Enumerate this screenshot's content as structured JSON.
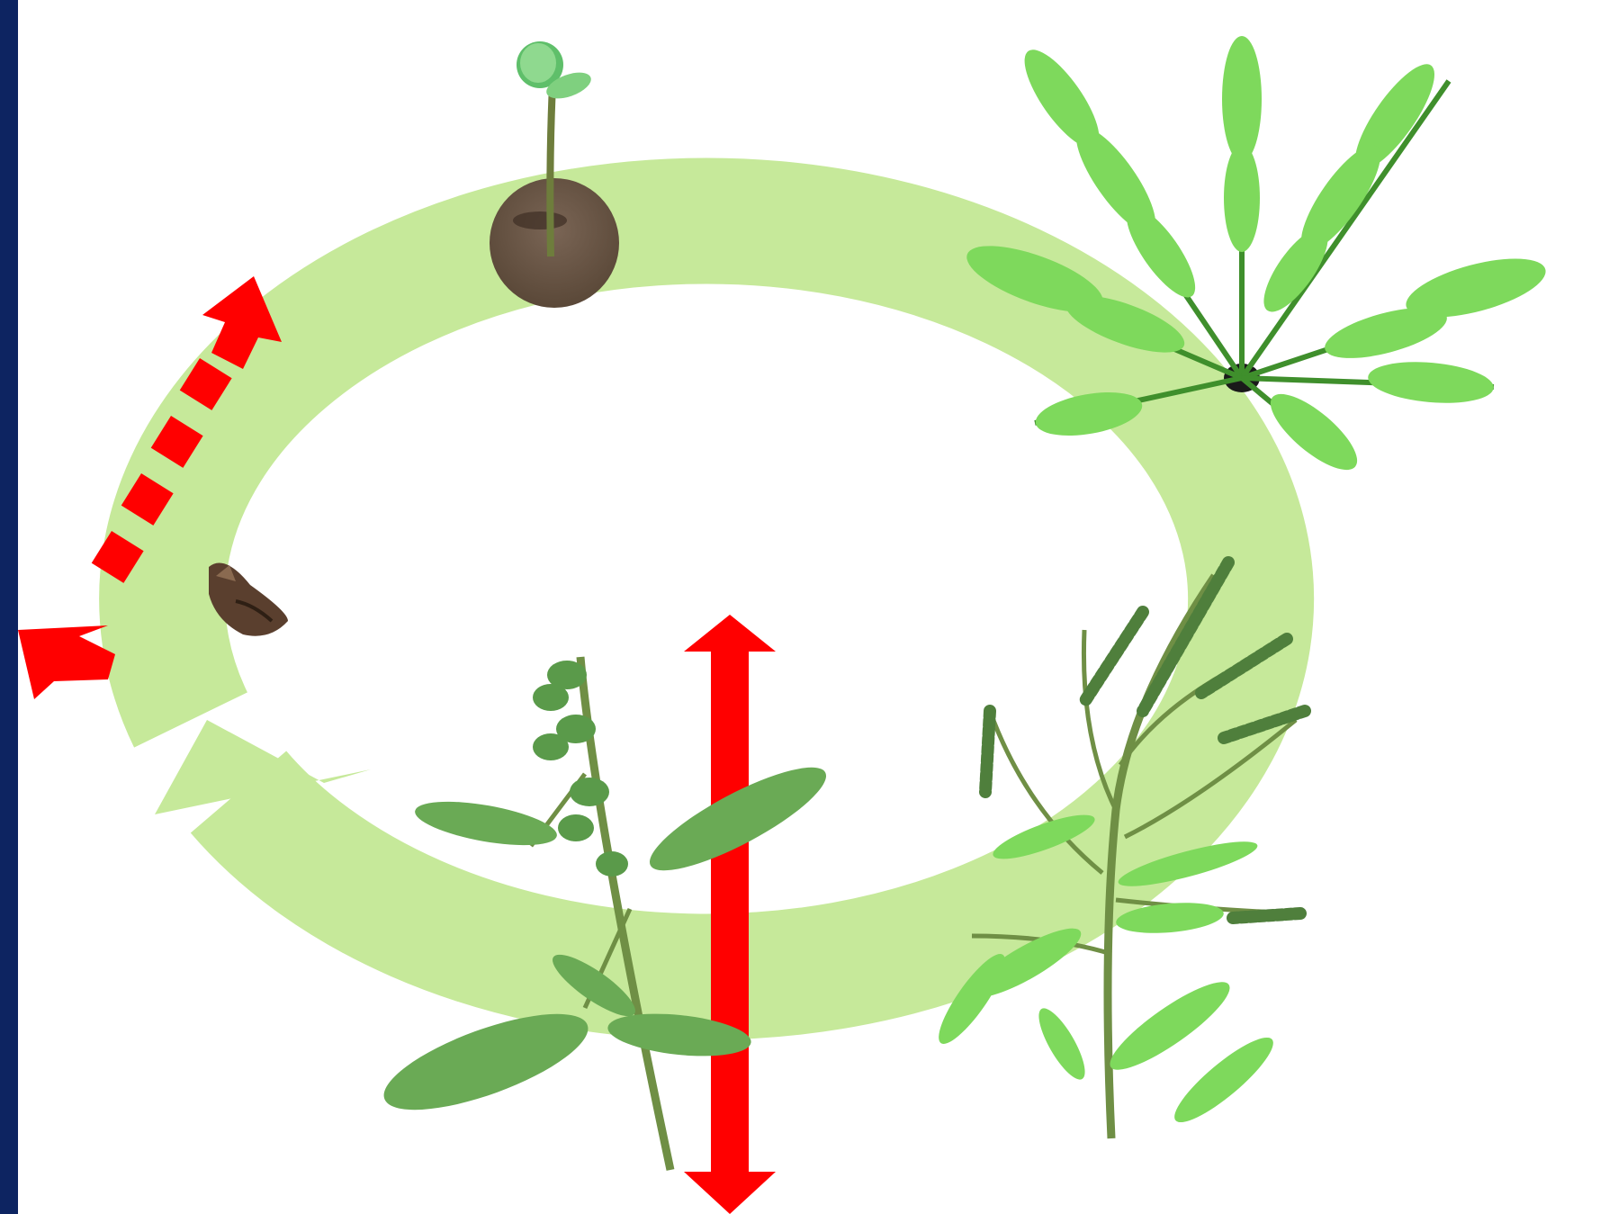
{
  "colors": {
    "left_band": "#0d2461",
    "cycle_fill": "#c6e99a",
    "cycle_stroke": "#8cc466",
    "arrow_red": "#ff0000",
    "leaf_light": "#7ed95c",
    "leaf_dark": "#3f8f2c",
    "stem": "#6f8f45",
    "soil": "#6b5646",
    "seed": "#5a3f2e"
  },
  "diagram": {
    "type": "life-cycle",
    "stages": [
      {
        "name": "seed",
        "icon": "seed-icon"
      },
      {
        "name": "seedling",
        "icon": "seedling-icon"
      },
      {
        "name": "rosette",
        "icon": "rosette-plant-icon"
      },
      {
        "name": "flowering",
        "icon": "flowering-plant-icon"
      },
      {
        "name": "seed-setting",
        "icon": "seed-setting-plant-icon"
      }
    ],
    "arrows": [
      {
        "kind": "cycle",
        "direction": "clockwise",
        "icon": "cycle-arrow-icon"
      },
      {
        "kind": "dashed-double-headed",
        "icon": "dashed-double-arrow-icon"
      },
      {
        "kind": "solid-double-headed",
        "icon": "solid-double-arrow-icon"
      }
    ]
  }
}
